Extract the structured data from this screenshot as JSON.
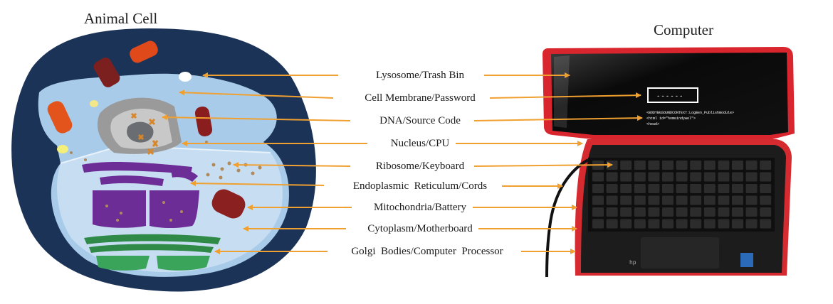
{
  "titles": {
    "left": "Animal Cell",
    "right": "Computer"
  },
  "labels": [
    "Lysosome/Trash Bin",
    "Cell Membrane/Password",
    "DNA/Source Code",
    "Nucleus/CPU",
    "Ribosome/Keyboard",
    "Endoplasmic  Reticulum/Cords",
    "Mitochondria/Battery",
    "Cytoplasm/Motherboard",
    "Golgi  Bodies/Computer  Processor"
  ],
  "screen": {
    "password_mask": "------",
    "code_lines": [
      "<BODYBGSOUNDCONTEXT:Logmen_Publishmodule>",
      "<html id=\"homeindywel\">",
      "<head>"
    ],
    "keyboard_logo": "hp"
  },
  "colors": {
    "arrow": "#f0a030",
    "cell_outer": "#1c3358",
    "cytoplasm": "#a8cbe9",
    "nucleus_shell": "#9a9a9a",
    "nucleolus": "#6a6e72",
    "dna": "#d8862a",
    "er": "#6c2d96",
    "golgi": "#2f8a48",
    "mitochondria": "#7c1f1f",
    "laptop_frame": "#d8252e"
  }
}
